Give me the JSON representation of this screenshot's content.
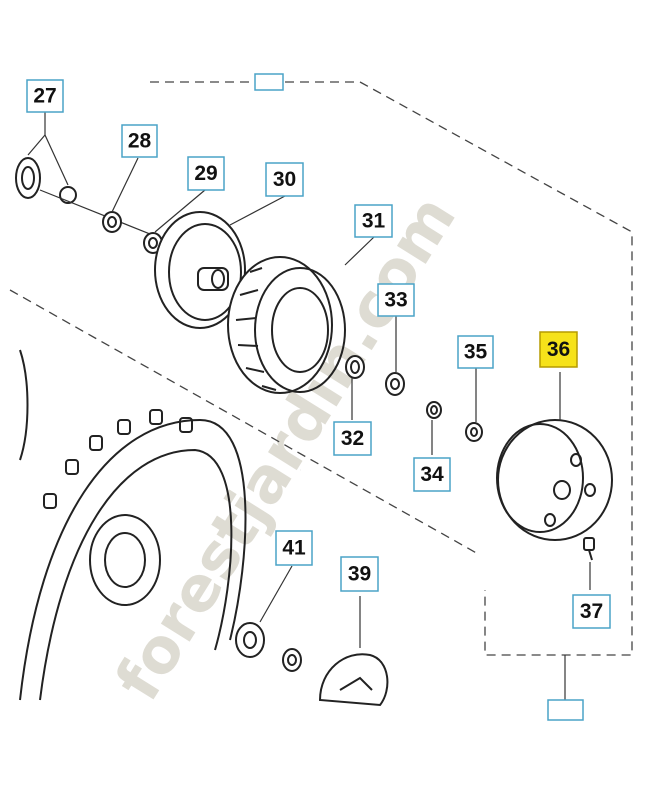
{
  "watermark": {
    "text": "forestjardin.com",
    "colors": {
      "green": "#c9e4a4",
      "orange": "#f2c178",
      "grey": "#cfccc2"
    }
  },
  "callouts": {
    "c27": "27",
    "c28": "28",
    "c29": "29",
    "c30": "30",
    "c31": "31",
    "c32": "32",
    "c33": "33",
    "c34": "34",
    "c35": "35",
    "c36": "36",
    "c37": "37",
    "c39": "39",
    "c41": "41"
  },
  "highlight_color": "#f6e21a",
  "callout_border_color": "#4aa3c7"
}
